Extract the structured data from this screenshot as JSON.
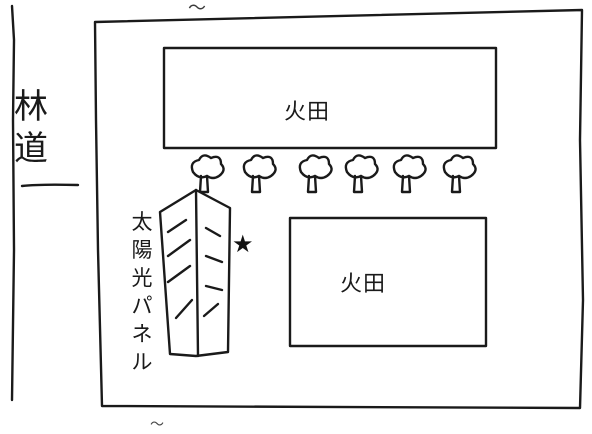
{
  "road": {
    "label_chars": [
      "林",
      "道"
    ]
  },
  "fields": {
    "top": {
      "label": "火田"
    },
    "bottom": {
      "label": "火田"
    }
  },
  "solar_panel": {
    "label_chars": [
      "太",
      "陽",
      "光",
      "パ",
      "ネ",
      "ル"
    ]
  },
  "marker": {
    "glyph": "★"
  },
  "trees": {
    "count": 6
  },
  "colors": {
    "ink": "#1a1a1a",
    "paper": "#ffffff"
  }
}
